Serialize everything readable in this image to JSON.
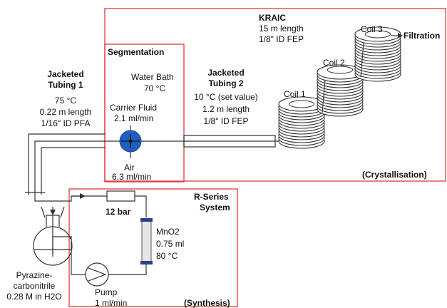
{
  "kraic": {
    "title": "KRAIC",
    "line1": "15 m length",
    "line2": "1/8\" ID FEP",
    "section": "(Crystallisation)",
    "filtration": "Filtration",
    "coils": [
      "Coil 1",
      "Coil 2",
      "Coil 3"
    ]
  },
  "segmentation": {
    "title": "Segmentation",
    "bath_line1": "Water Bath",
    "bath_line2": "70 °C",
    "carrier_line1": "Carrier Fluid",
    "carrier_line2": "2.1 ml/min",
    "air_line1": "Air",
    "air_line2": "6.3 ml/min"
  },
  "tubing1": {
    "title_line1": "Jacketed",
    "title_line2": "Tubing 1",
    "temp": "75 °C",
    "length": "0.22 m length",
    "id": "1/16\" ID PFA"
  },
  "tubing2": {
    "title_line1": "Jacketed",
    "title_line2": "Tubing 2",
    "temp": "10 °C (set value)",
    "length": "1.2 m length",
    "id": "1/8\" ID FEP"
  },
  "rseries": {
    "title_line1": "R-Series",
    "title_line2": "System",
    "section": "(Synthesis)",
    "pressure": "12 bar",
    "column_line1": "MnO2",
    "column_line2": "0.75 ml",
    "column_line3": "80 °C",
    "pump_line1": "Pump",
    "pump_line2": "1 ml/min"
  },
  "flask": {
    "line1": "Pyrazine-",
    "line2": "carbonitrile",
    "line3": "0.28 M in H2O"
  },
  "colors": {
    "box": "#e03a3a",
    "mixer": "#1f5fbf",
    "tube": "#333333"
  }
}
